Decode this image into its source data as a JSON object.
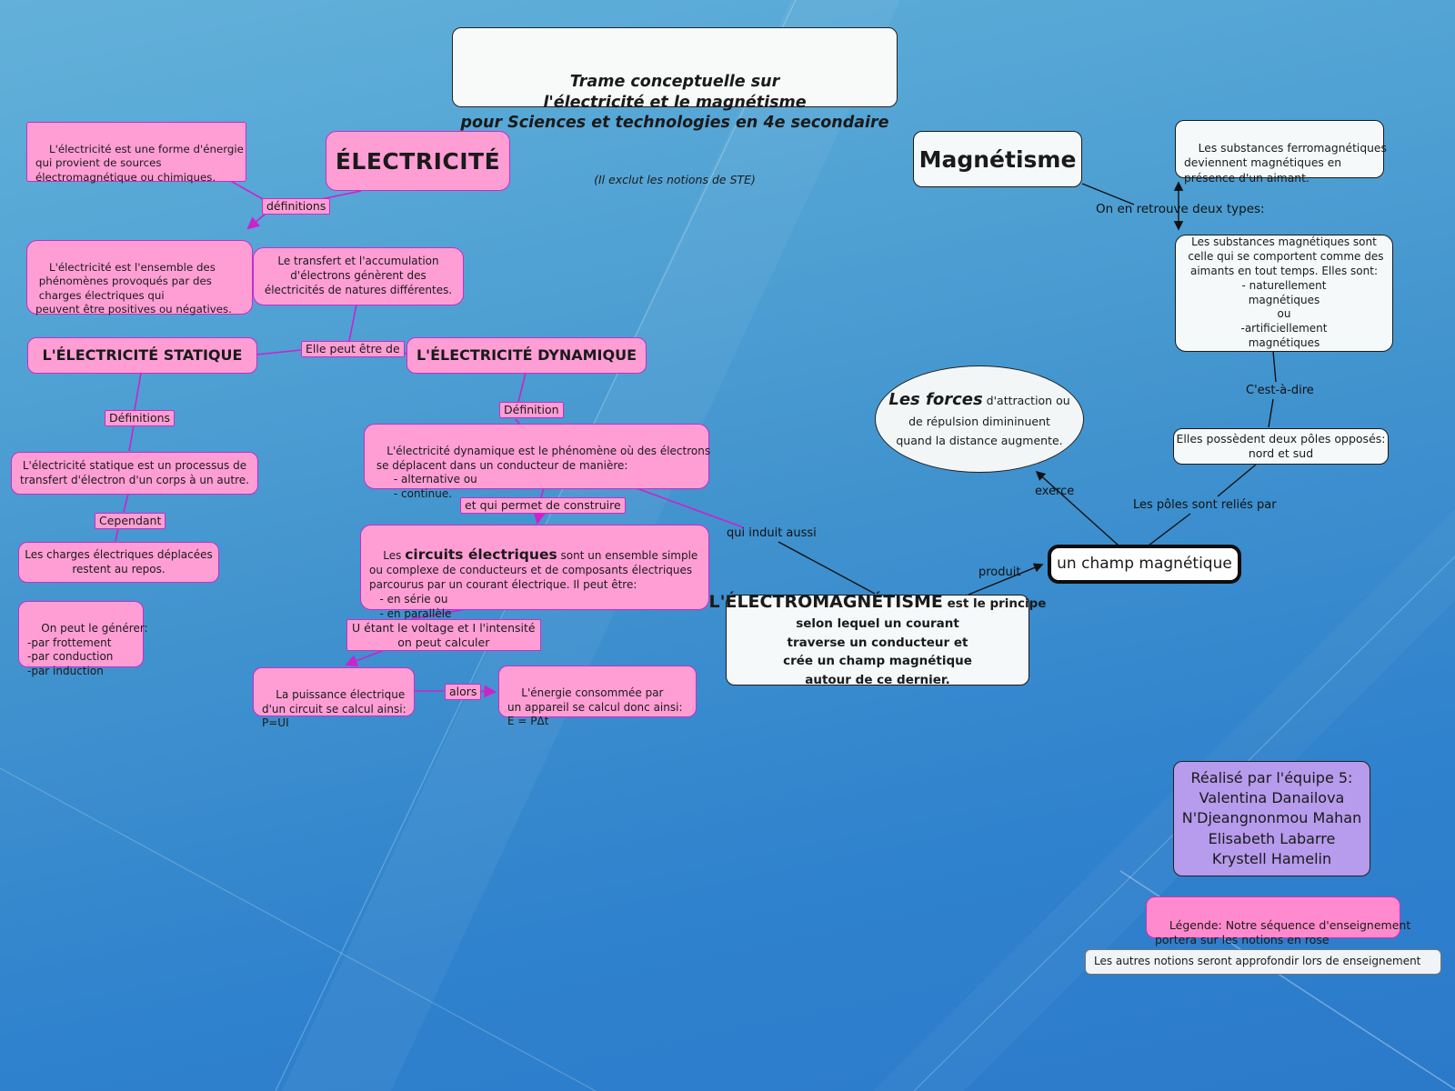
{
  "title": {
    "lines": "Trame conceptuelle sur\nl'électricité et le magnétisme\npour Sciences et technologies en 4e secondaire",
    "note": "(Il exclut les notions de STE)"
  },
  "electricity": {
    "main": "ÉLECTRICITÉ",
    "def_source": "L'électricité est une forme d'énergie\nqui provient de sources\nélectromagnétique ou chimiques.",
    "label_definitions": "définitions",
    "def_ensemble": "L'électricité est l'ensemble des\n phénomènes provoqués par des\n charges électriques qui\npeuvent être positives ou négatives.",
    "transfert": "Le transfert et l'accumulation\nd'électrons génèrent des\nélectricités de natures différentes.",
    "statique_title": "L'ÉLECTRICITÉ STATIQUE",
    "label_elle_peut": "Elle peut être de",
    "dynamique_title": "L'ÉLECTRICITÉ DYNAMIQUE",
    "label_definitions2": "Définitions",
    "label_definition": "Définition",
    "statique_def": "L'électricité statique est un processus de\ntransfert d'électron d'un corps à un autre.",
    "dynamique_def": "L'électricité dynamique est le phénomène où des électrons\n se déplacent dans un conducteur de manière:\n      - alternative ou\n      - continue.",
    "label_cependant": "Cependant",
    "charges": "Les charges électriques déplacées\nrestent au repos.",
    "generer": "On peut le générer:\n-par frottement\n-par conduction\n-par induction",
    "label_construire": "et qui permet de construire",
    "circuits_pre": "Les ",
    "circuits_bold": "circuits électriques",
    "circuits_post": " sont un ensemble simple\nou complexe de conducteurs et de composants électriques\nparcourus par un courant électrique. Il peut être:\n   - en série ou\n   - en parallèle",
    "label_voltage": "U étant le voltage et I l'intensité\non peut calculer",
    "puissance": "La puissance électrique\nd'un circuit se calcul ainsi:\nP=UI",
    "label_alors": "alors",
    "energie": "L'énergie consommée par\nun appareil se calcul donc ainsi:\nE = PΔt"
  },
  "magnetism": {
    "main": "Magnétisme",
    "ferro": "Les substances ferromagnétiques\ndeviennent magnétiques en\nprésence d'un aimant.",
    "deux_types": "On en retrouve deux types:",
    "substances": "Les substances magnétiques sont\n celle qui se comportent comme des\naimants en tout temps. Elles sont:\n- naturellement\nmagnétiques\nou\n-artificiellement\nmagnétiques",
    "forces_bold": "Les forces",
    "forces_rest": " d'attraction ou\nde répulsion dimininuent\nquand la distance augmente.",
    "cest_a_dire": "C'est-à-dire",
    "poles": "Elles possèdent deux pôles opposés:\nnord et sud",
    "exerce": "exerce",
    "relies": "Les pôles sont reliés par",
    "champ": "un champ magnétique",
    "produit": "produit",
    "induit": "qui induit aussi",
    "electromag_bold": "L'ÉLECTROMAGNÉTISME",
    "electromag_rest": " est le principe\nselon lequel un courant\ntraverse un conducteur et\ncrée un champ magnétique\nautour de ce dernier."
  },
  "credits": {
    "team": "Réalisé par l'équipe 5:\nValentina Danailova\nN'Djeangnonmou Mahan\nElisabeth Labarre\nKrystell Hamelin",
    "legende": "Légende: Notre séquence d'enseignement\nportera sur les notions en rose",
    "note": "Les autres notions seront approfondir lors de enseignement"
  },
  "colors": {
    "node_pink": "#FF9ED5",
    "pink_border": "#C52FC5",
    "connector_magenta": "#CC22CC",
    "connector_black": "#111111",
    "node_white": "#F5F9F9",
    "credits_purple": "#B79BEC",
    "legend_pink": "#FF8ACD",
    "background_top": "#63B1DA",
    "background_bottom": "#2B7ACA"
  }
}
